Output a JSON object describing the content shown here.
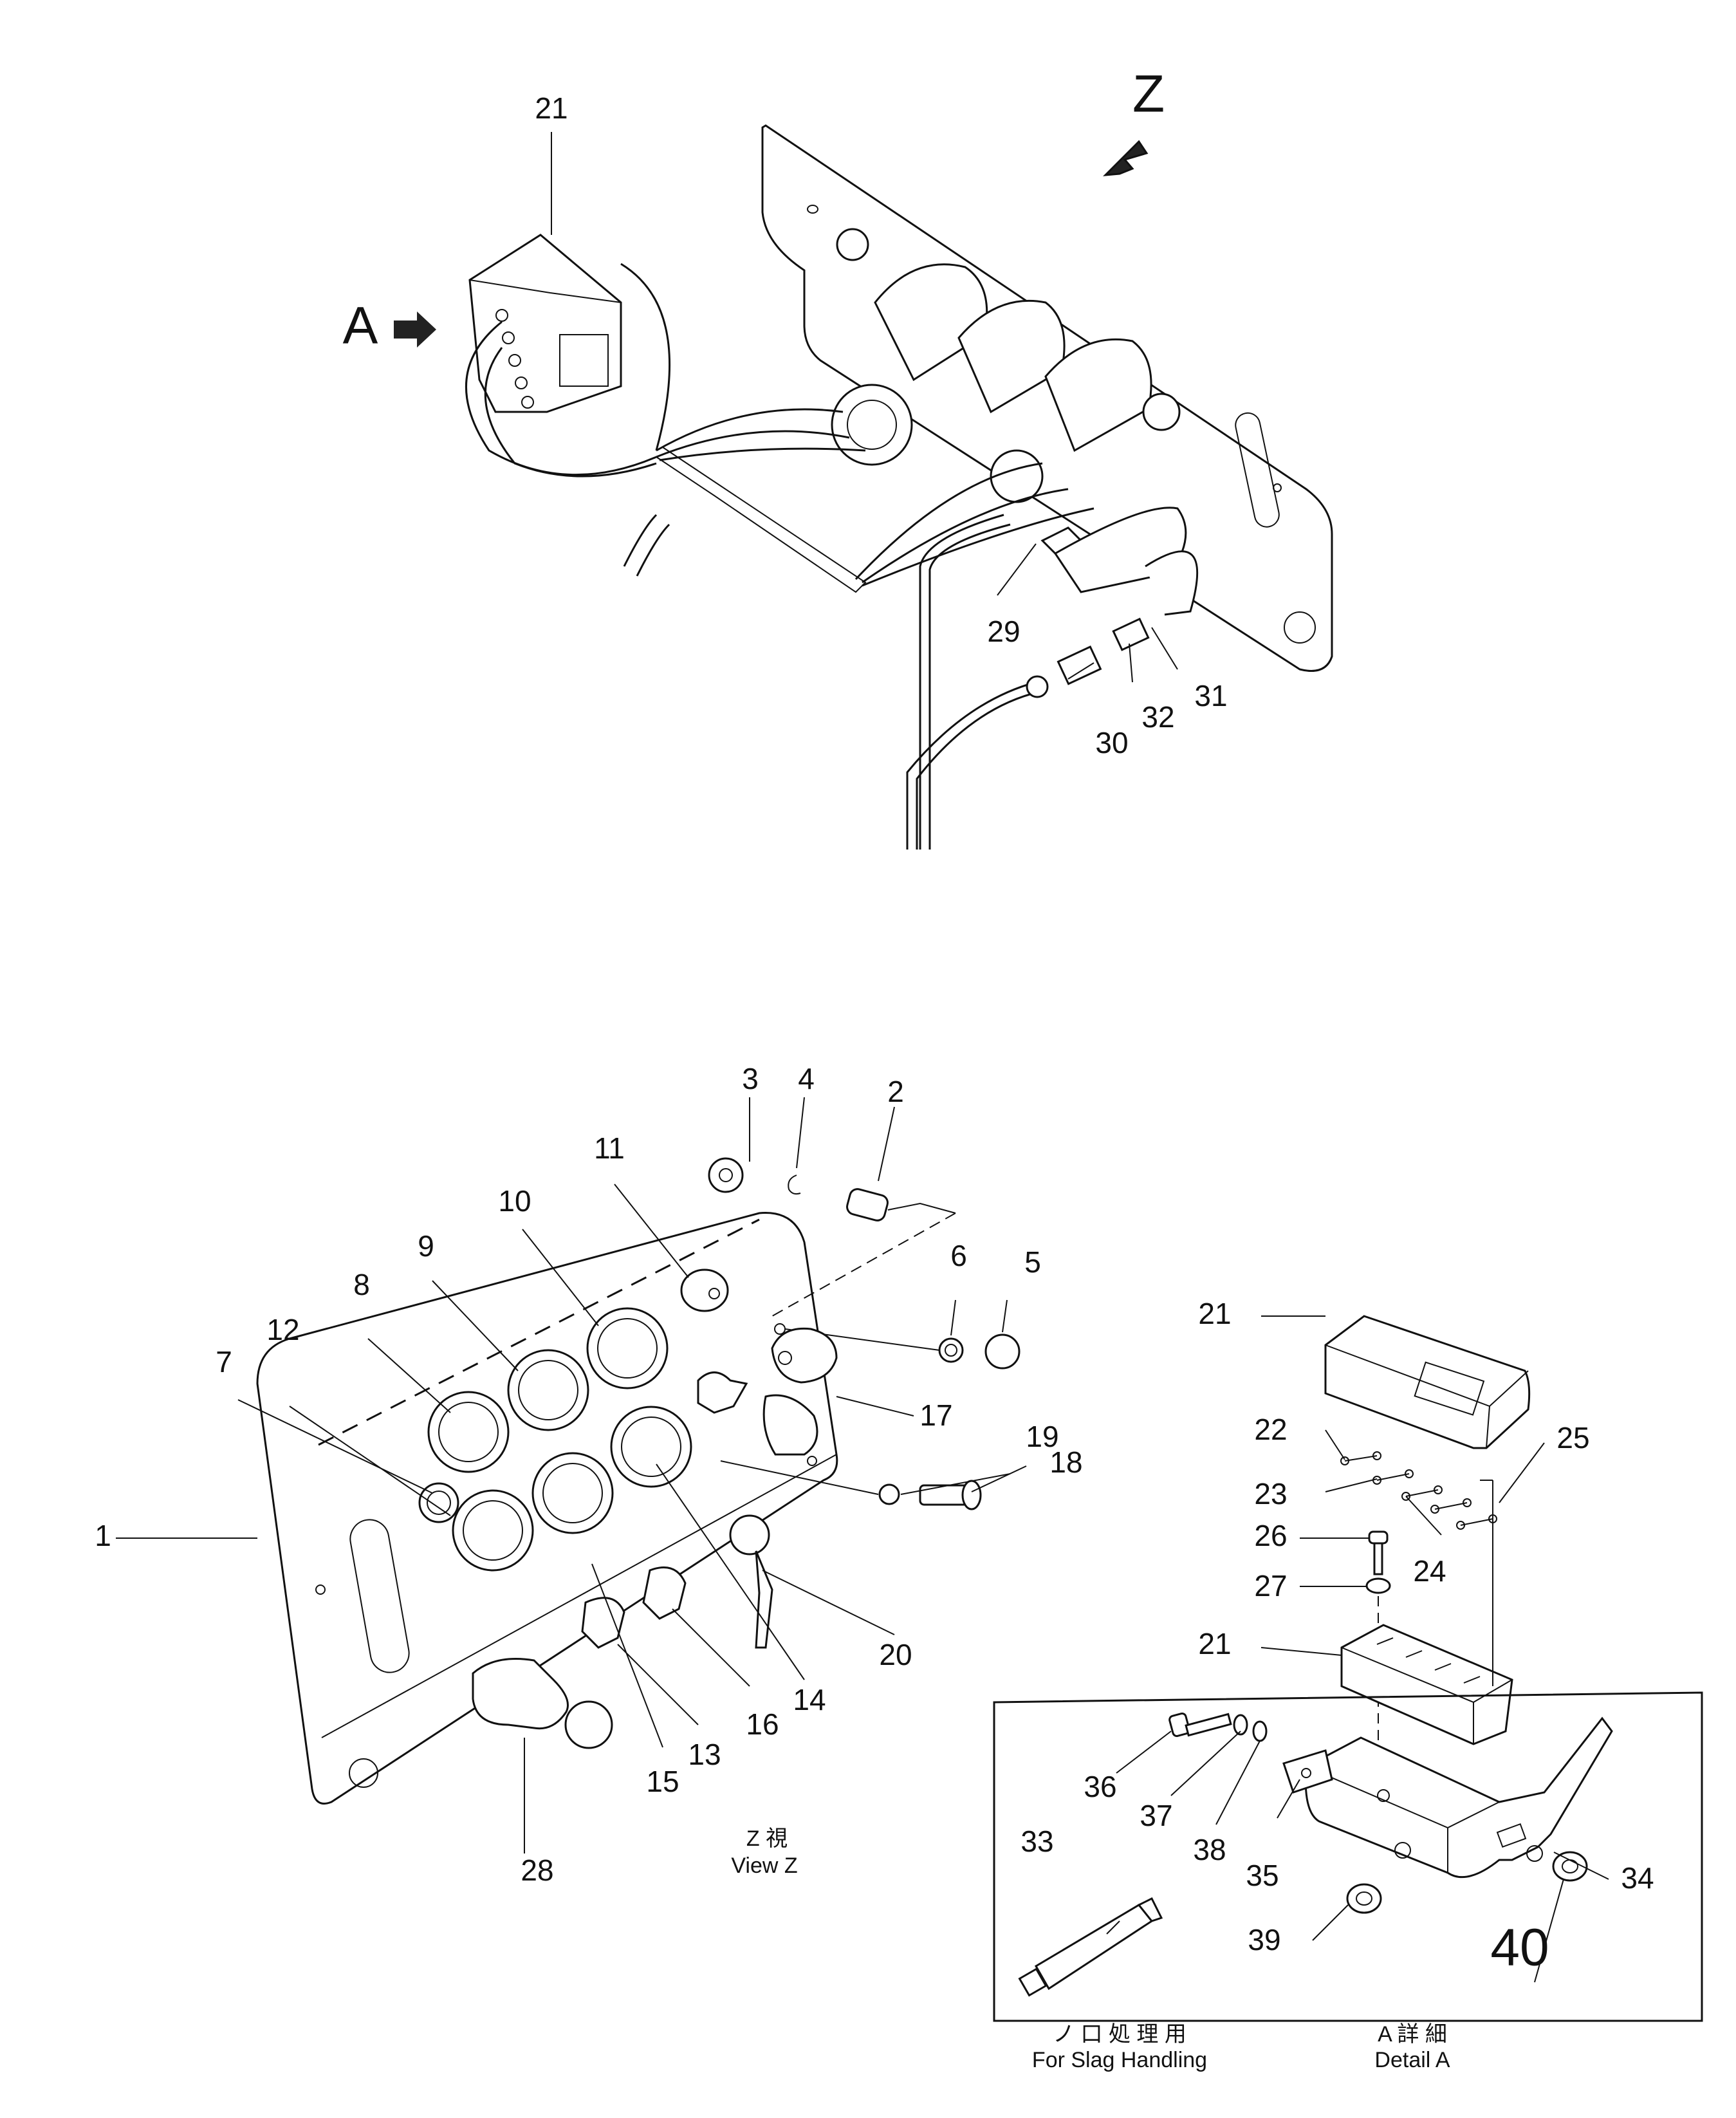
{
  "labels": {
    "z_marker": "Z",
    "a_marker": "A",
    "view_z_jp": "Z 視",
    "view_z": "View Z",
    "slag_jp": "ノ 口 処 理 用",
    "slag": "For Slag Handling",
    "detail_jp": "A 詳 細",
    "detail": "Detail A"
  },
  "callouts": {
    "top": [
      "21",
      "29",
      "30",
      "31",
      "32"
    ],
    "view_z": [
      "1",
      "2",
      "3",
      "4",
      "5",
      "6",
      "7",
      "8",
      "9",
      "10",
      "11",
      "12",
      "13",
      "14",
      "15",
      "16",
      "17",
      "18",
      "19",
      "20",
      "28"
    ],
    "detail_a": [
      "21",
      "21",
      "22",
      "23",
      "24",
      "25",
      "26",
      "27",
      "33",
      "34",
      "35",
      "36",
      "37",
      "38",
      "39",
      "40"
    ]
  }
}
